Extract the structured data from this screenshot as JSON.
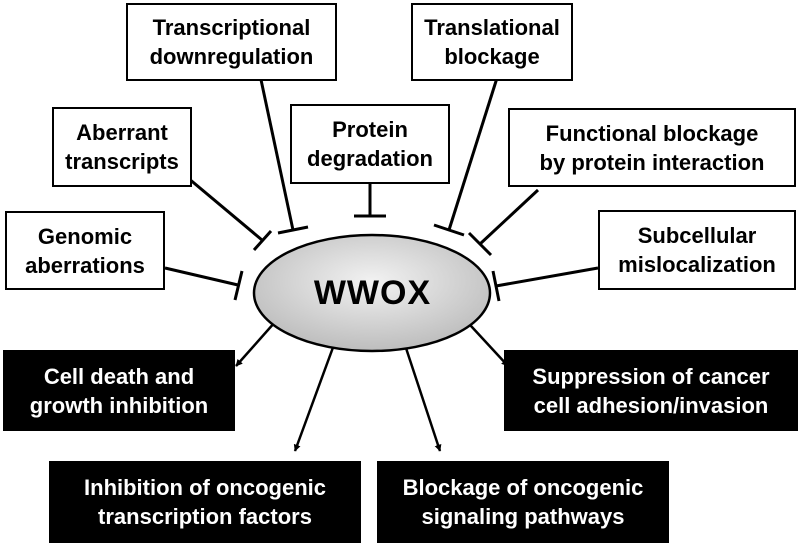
{
  "center": {
    "label": "WWOX"
  },
  "inhibitors": [
    {
      "id": "genomic",
      "lines": [
        "Genomic",
        "aberrations"
      ]
    },
    {
      "id": "aberrant",
      "lines": [
        "Aberrant",
        "transcripts"
      ]
    },
    {
      "id": "transcriptional",
      "lines": [
        "Transcriptional",
        "downregulation"
      ]
    },
    {
      "id": "degradation",
      "lines": [
        "Protein",
        "degradation"
      ]
    },
    {
      "id": "translational",
      "lines": [
        "Translational",
        "blockage"
      ]
    },
    {
      "id": "functional",
      "lines": [
        "Functional blockage",
        "by protein interaction"
      ]
    },
    {
      "id": "subcellular",
      "lines": [
        "Subcellular",
        "mislocalization"
      ]
    }
  ],
  "outcomes": [
    {
      "id": "cell-death",
      "lines": [
        "Cell death and",
        "growth inhibition"
      ]
    },
    {
      "id": "oncogenic-tf",
      "lines": [
        "Inhibition of oncogenic",
        "transcription factors"
      ]
    },
    {
      "id": "oncogenic-signaling",
      "lines": [
        "Blockage of oncogenic",
        "signaling pathways"
      ]
    },
    {
      "id": "suppression",
      "lines": [
        "Suppression of cancer",
        "cell adhesion/invasion"
      ]
    }
  ],
  "colors": {
    "ellipse_fill_light": "#f0f0f0",
    "ellipse_fill_dark": "#bdbdbd",
    "outcome_bg": "#000000",
    "line": "#000000"
  }
}
